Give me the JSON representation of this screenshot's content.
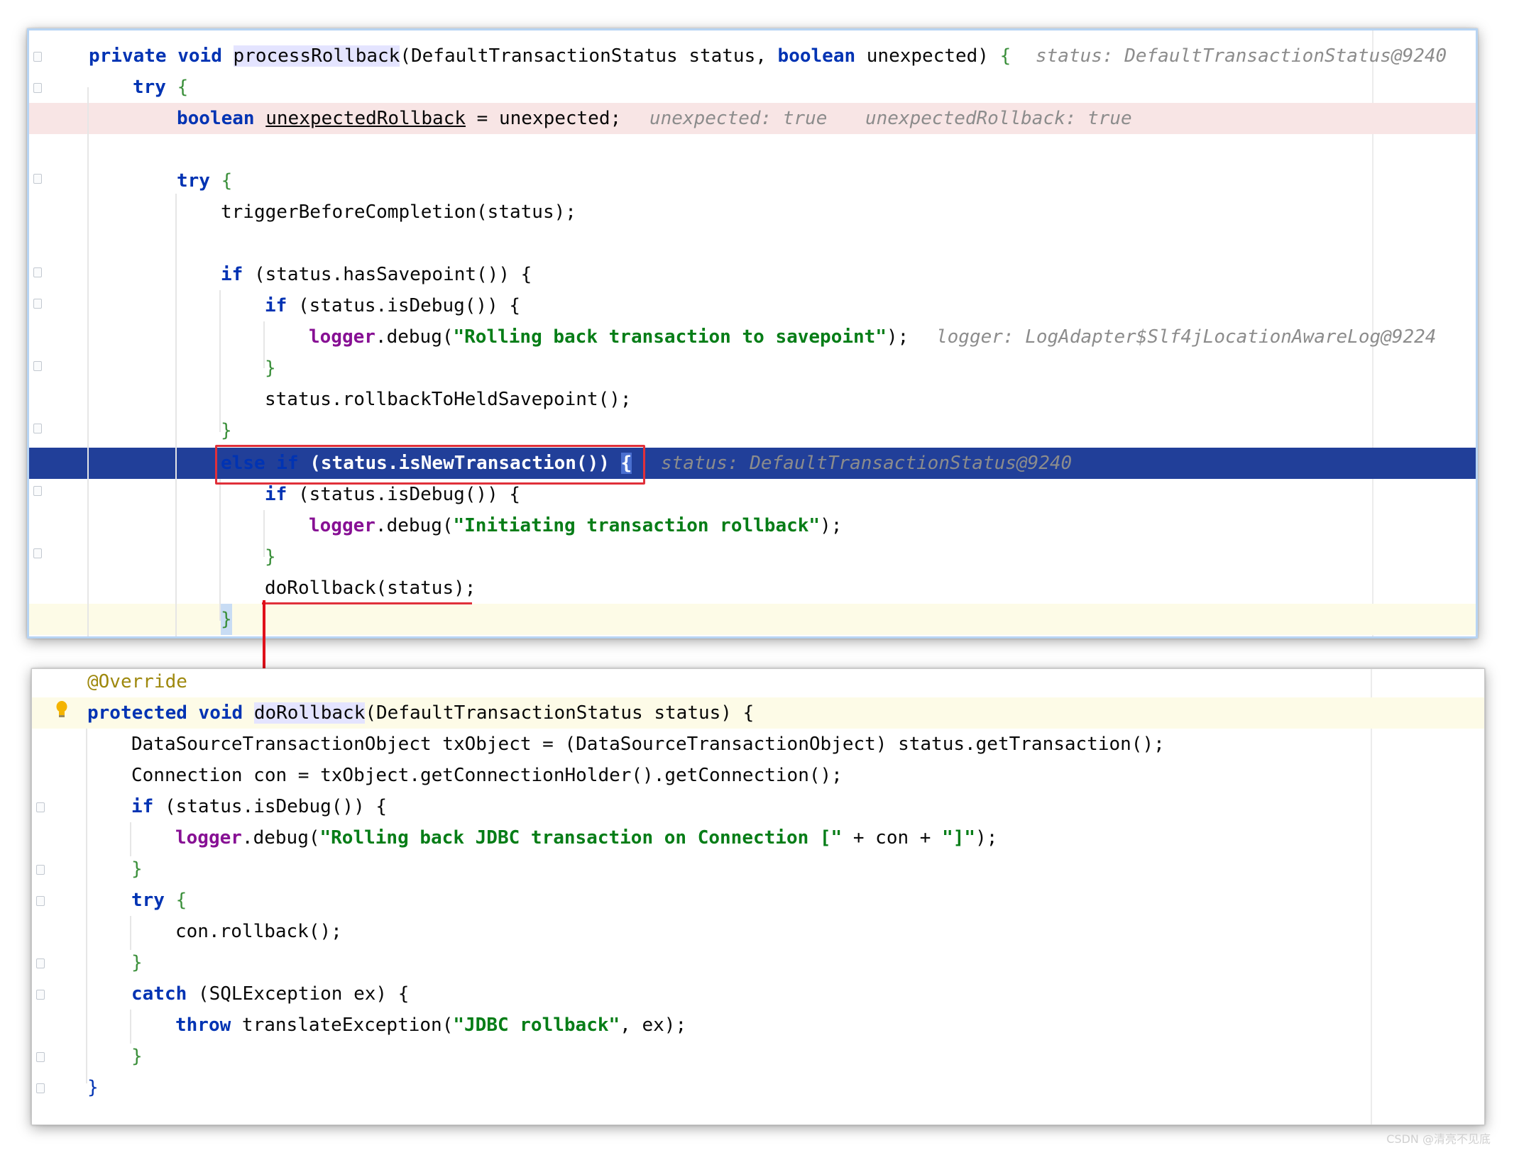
{
  "top": {
    "method_decl": {
      "mod1": "private",
      "mod2": "void",
      "name": "processRollback",
      "params_a": "(DefaultTransactionStatus status, ",
      "param_kw": "boolean",
      "params_b": " unexpected) ",
      "brace": "{",
      "hint": "status: DefaultTransactionStatus@9240"
    },
    "try1": {
      "kw": "try",
      "brace": " {"
    },
    "boolean_line": {
      "kw": "boolean",
      "var": "unexpectedRollback",
      "rest": " = unexpected;",
      "hint1": "unexpected: true",
      "hint2": "unexpectedRollback: true"
    },
    "try2": {
      "kw": "try",
      "brace": " {"
    },
    "trigger_line": "triggerBeforeCompletion(status);",
    "if_savepoint": {
      "kw": "if",
      "rest": " (status.hasSavepoint()) {"
    },
    "if_debug1": {
      "kw": "if",
      "rest": " (status.isDebug()) {"
    },
    "logger1": {
      "field": "logger",
      "mid": ".debug(",
      "str": "\"Rolling back transaction to savepoint\"",
      "end": ");",
      "hint": "logger: LogAdapter$Slf4jLocationAwareLog@9224"
    },
    "close1": "}",
    "rollback_savepoint": "status.rollbackToHeldSavepoint();",
    "close2": "}",
    "else_line": {
      "kw1": "else",
      "kw2": "if",
      "rest": " (status.isNewTransaction()) ",
      "brace": "{",
      "hint": "status: DefaultTransactionStatus@9240"
    },
    "if_debug2": {
      "kw": "if",
      "rest": " (status.isDebug()) {"
    },
    "logger2": {
      "field": "logger",
      "mid": ".debug(",
      "str": "\"Initiating transaction rollback\"",
      "end": ");"
    },
    "close3": "}",
    "dorollback_call": "doRollback(status);",
    "close4": "}"
  },
  "bottom": {
    "annotation": "@Override",
    "method_decl": {
      "mod1": "protected",
      "mod2": "void",
      "name": "doRollback",
      "params": "(DefaultTransactionStatus status) {"
    },
    "txobject_line": "DataSourceTransactionObject txObject = (DataSourceTransactionObject) status.getTransaction();",
    "connection_line": "Connection con = txObject.getConnectionHolder().getConnection();",
    "if_debug": {
      "kw": "if",
      "rest": " (status.isDebug()) {"
    },
    "logger": {
      "field": "logger",
      "mid": ".debug(",
      "str1": "\"Rolling back JDBC transaction on Connection [\"",
      "mid2": " + con + ",
      "str2": "\"]\"",
      "end": ");"
    },
    "close1": "}",
    "try": {
      "kw": "try",
      "brace": " {"
    },
    "rollback_line": "con.rollback();",
    "close2": "}",
    "catch": {
      "kw": "catch",
      "rest": " (SQLException ex) {"
    },
    "throw_line": {
      "kw": "throw",
      "rest": " translateException(",
      "str": "\"JDBC rollback\"",
      "end": ", ex);"
    },
    "close3": "}",
    "close4": "}"
  },
  "watermark": "CSDN @清亮不见底",
  "colors": {
    "keyword": "#0033b3",
    "string": "#067d17",
    "field": "#871094",
    "current_line": "#213f99",
    "error_line": "#f8e5e5",
    "highlight_box": "#e0303a"
  }
}
